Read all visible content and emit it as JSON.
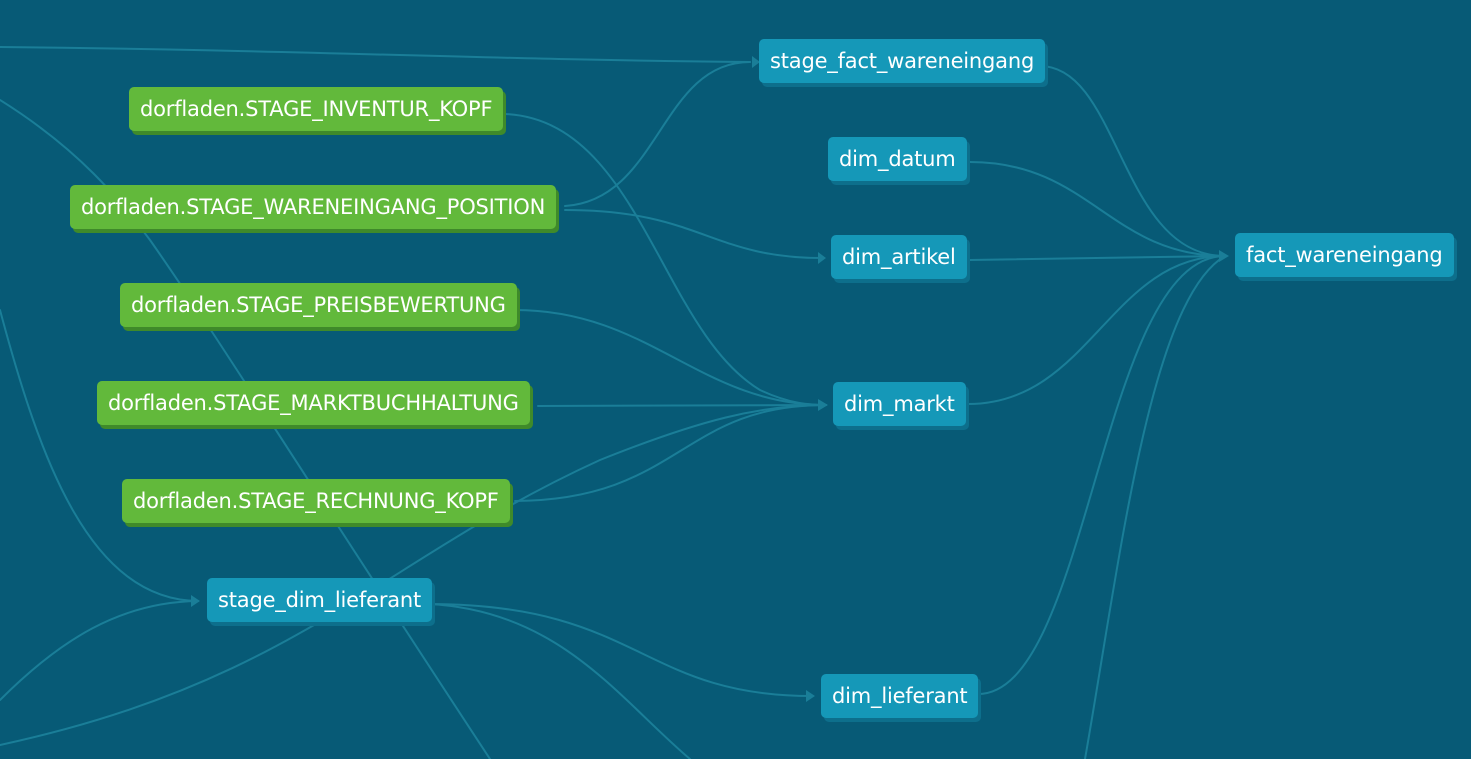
{
  "colors": {
    "background": "#075a76",
    "source_node": "#62b93b",
    "model_node": "#1598b8",
    "edge": "#1a7e98"
  },
  "nodes": {
    "stage_fact_wareneingang": "stage_fact_wareneingang",
    "stage_inventur_kopf": "dorfladen.STAGE_INVENTUR_KOPF",
    "dim_datum": "dim_datum",
    "stage_wareneingang_position": "dorfladen.STAGE_WARENEINGANG_POSITION",
    "dim_artikel": "dim_artikel",
    "fact_wareneingang": "fact_wareneingang",
    "stage_preisbewertung": "dorfladen.STAGE_PREISBEWERTUNG",
    "stage_marktbuchhaltung": "dorfladen.STAGE_MARKTBUCHHALTUNG",
    "dim_markt": "dim_markt",
    "stage_rechnung_kopf": "dorfladen.STAGE_RECHNUNG_KOPF",
    "stage_dim_lieferant": "stage_dim_lieferant",
    "dim_lieferant": "dim_lieferant"
  },
  "edges": [
    {
      "from": "stage_wareneingang_position",
      "to": "stage_fact_wareneingang"
    },
    {
      "from": "stage_wareneingang_position",
      "to": "dim_artikel"
    },
    {
      "from": "stage_inventur_kopf",
      "to": "dim_markt"
    },
    {
      "from": "stage_preisbewertung",
      "to": "dim_markt"
    },
    {
      "from": "stage_marktbuchhaltung",
      "to": "dim_markt"
    },
    {
      "from": "stage_rechnung_kopf",
      "to": "dim_markt"
    },
    {
      "from": "stage_dim_lieferant",
      "to": "dim_lieferant"
    },
    {
      "from": "stage_fact_wareneingang",
      "to": "fact_wareneingang"
    },
    {
      "from": "dim_datum",
      "to": "fact_wareneingang"
    },
    {
      "from": "dim_artikel",
      "to": "fact_wareneingang"
    },
    {
      "from": "dim_markt",
      "to": "fact_wareneingang"
    },
    {
      "from": "dim_lieferant",
      "to": "fact_wareneingang"
    }
  ]
}
